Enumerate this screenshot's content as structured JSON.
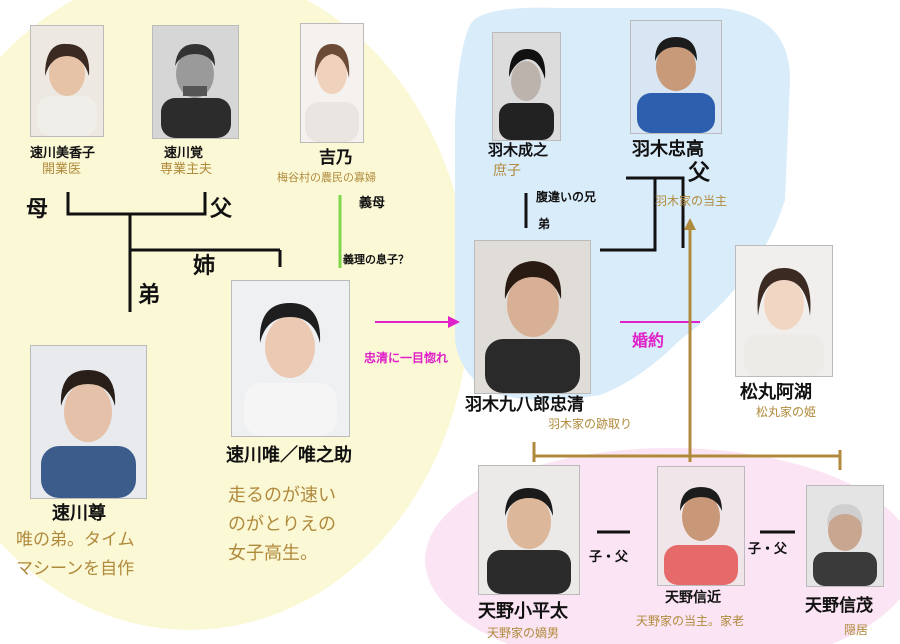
{
  "colors": {
    "yellow_region": "#fbf8d6",
    "blue_region": "#d9ecfa",
    "pink_region": "#fbe4f4",
    "gold": "#b08a3c",
    "green": "#7fd64a",
    "magenta": "#e020c8",
    "black": "#111111"
  },
  "people": {
    "hayakawa_mikako": {
      "name": "速川美香子",
      "role": "開業医"
    },
    "hayakawa_satoru": {
      "name": "速川覚",
      "role": "専業主夫"
    },
    "yoshino": {
      "name": "吉乃",
      "role": "梅谷村の農民の寡婦"
    },
    "hagi_nariyuki": {
      "name": "羽木成之",
      "role": "庶子"
    },
    "hagi_tadataka": {
      "name": "羽木忠高"
    },
    "hagi_tadakiyo": {
      "name": "羽木九八郎忠清",
      "role": "羽木家の跡取り"
    },
    "matsumaru_ako": {
      "name": "松丸阿湖",
      "role": "松丸家の姫"
    },
    "hayakawa_yui": {
      "name": "速川唯／唯之助",
      "desc": [
        "走るのが速い",
        "のがとりえの",
        "女子高生。"
      ]
    },
    "hayakawa_takeru": {
      "name": "速川尊",
      "desc": [
        "唯の弟。タイム",
        "マシーンを自作"
      ]
    },
    "amano_kohei": {
      "name": "天野小平太",
      "role": "天野家の嫡男"
    },
    "amano_nobuchika": {
      "name": "天野信近",
      "role": "天野家の当主。家老"
    },
    "amano_nobushige": {
      "name": "天野信茂",
      "role": "隠居"
    }
  },
  "relations": {
    "mother": "母",
    "father": "父",
    "sister": "姉",
    "brother": "弟",
    "stepmother": "義母",
    "stepson": "義理の息子？",
    "half_brother": "腹違いの兄",
    "younger_brother": "弟",
    "hagi_father": "父",
    "hagi_head": "羽木家の当主",
    "love": "忠清に一目惚れ",
    "engagement": "婚約",
    "child_father_1": "子・父",
    "child_father_2": "子・父"
  }
}
